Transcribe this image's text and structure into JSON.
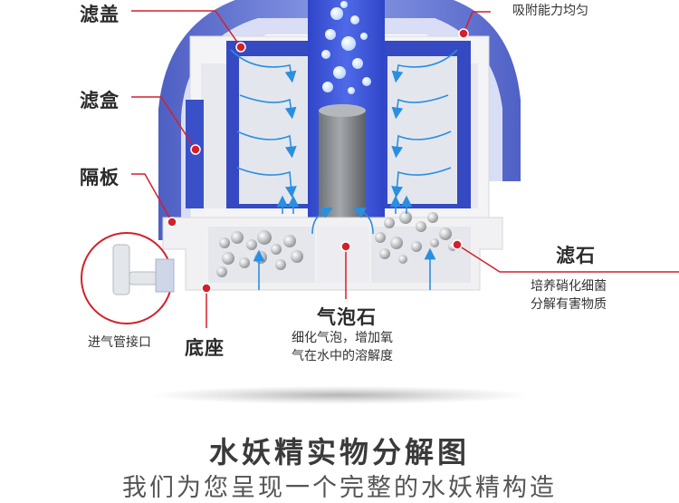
{
  "labels": {
    "filter_cover": "滤盖",
    "filter_box": "滤盒",
    "partition": "隔板",
    "base": "底座",
    "filter_stone": "滤石",
    "airstone": "气泡石",
    "air_inlet": "进气管接口",
    "adsorption_top": "吸附能力均匀"
  },
  "descriptions": {
    "filter_stone_line1": "培养硝化细菌",
    "filter_stone_line2": "分解有害物质",
    "airstone_line1": "细化气泡，增加氧",
    "airstone_line2": "气在水中的溶解度"
  },
  "footer": {
    "title": "水妖精实物分解图",
    "subtitle": "我们为您呈现一个完整的水妖精构造"
  },
  "colors": {
    "accent_red": "#d4202a",
    "cover_blue": "#5a6fcf",
    "arrow_blue": "#2a8fe0"
  }
}
